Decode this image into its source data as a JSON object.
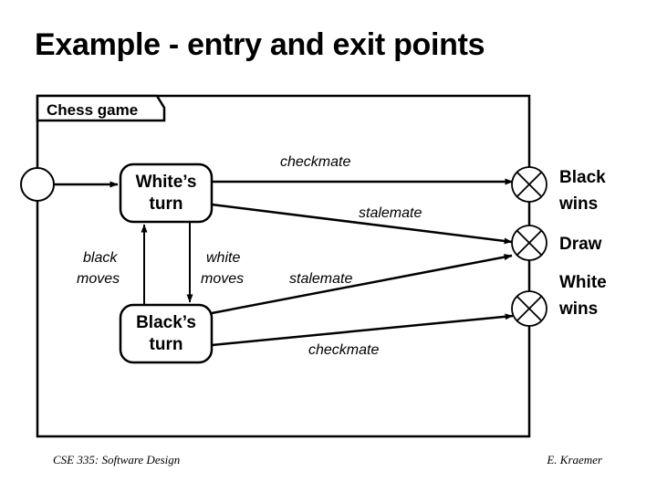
{
  "slide": {
    "title": "Example - entry and exit points",
    "background_color": "#ffffff",
    "line_color": "#000000"
  },
  "diagram": {
    "frame_label": "Chess game",
    "entry_point": {
      "name": "entry-point",
      "shape": "circle"
    },
    "states": [
      {
        "id": "whites-turn",
        "line1": "White’s",
        "line2": "turn"
      },
      {
        "id": "blacks-turn",
        "line1": "Black’s",
        "line2": "turn"
      }
    ],
    "internal_transitions": [
      {
        "id": "black-moves",
        "line1": "black",
        "line2": "moves",
        "from": "blacks-turn",
        "to": "whites-turn"
      },
      {
        "id": "white-moves",
        "line1": "white",
        "line2": "moves",
        "from": "whites-turn",
        "to": "blacks-turn"
      }
    ],
    "exit_transitions": [
      {
        "id": "white-checkmate",
        "label": "checkmate",
        "from": "whites-turn",
        "to": "black-wins"
      },
      {
        "id": "white-stalemate",
        "label": "stalemate",
        "from": "whites-turn",
        "to": "draw"
      },
      {
        "id": "black-stalemate",
        "label": "stalemate",
        "from": "blacks-turn",
        "to": "draw"
      },
      {
        "id": "black-checkmate",
        "label": "checkmate",
        "from": "blacks-turn",
        "to": "white-wins"
      }
    ],
    "exit_points": [
      {
        "id": "black-wins",
        "line1": "Black",
        "line2": "wins"
      },
      {
        "id": "draw",
        "line1": "Draw",
        "line2": ""
      },
      {
        "id": "white-wins",
        "line1": "White",
        "line2": "wins"
      }
    ]
  },
  "footer": {
    "left": "CSE 335: Software Design",
    "right": "E. Kraemer"
  }
}
